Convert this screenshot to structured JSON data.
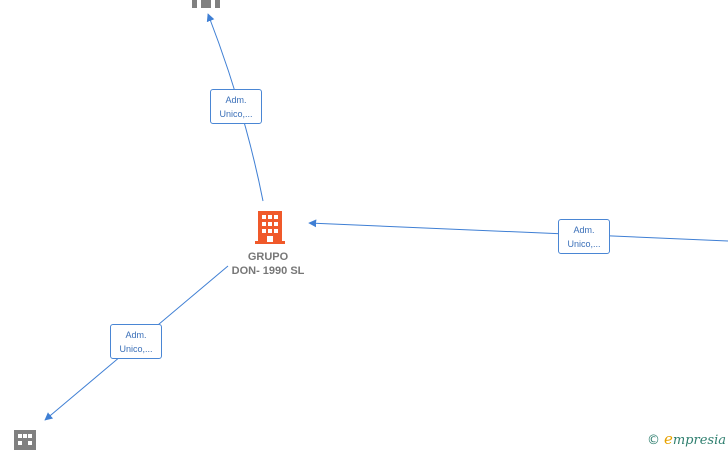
{
  "colors": {
    "edge": "#3f7fd4",
    "main_node": "#f0592a",
    "other_node": "#808080"
  },
  "nodes": {
    "main": {
      "name_line1": "GRUPO",
      "name_line2": "DON- 1990  SL",
      "icon": "building-icon"
    },
    "top": {
      "icon": "building-icon"
    },
    "bottom_left": {
      "icon": "building-icon"
    }
  },
  "edges": {
    "to_top": {
      "label_line1": "Adm.",
      "label_line2": "Unico,..."
    },
    "to_bottom_left": {
      "label_line1": "Adm.",
      "label_line2": "Unico,..."
    },
    "from_right": {
      "label_line1": "Adm.",
      "label_line2": "Unico,..."
    }
  },
  "watermark": {
    "copyright": "©",
    "brand_first": "e",
    "brand_rest": "mpresia"
  }
}
